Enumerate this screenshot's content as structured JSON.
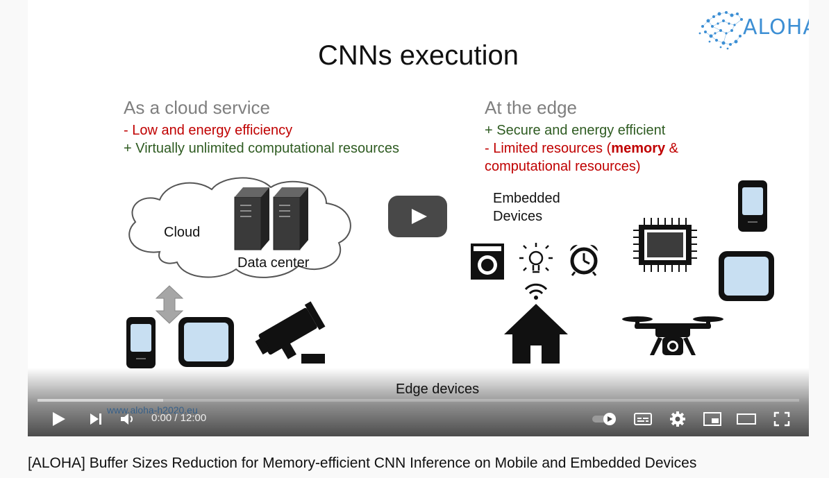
{
  "video": {
    "title": "[ALOHA] Buffer Sizes Reduction for Memory-efficient CNN Inference on Mobile and Embedded Devices"
  },
  "slide": {
    "heading": "CNNs execution",
    "logo_text": "ALOHA",
    "left": {
      "heading": "As a cloud service",
      "con": "- Low and energy efficiency",
      "pro": "+ Virtually unlimited computational resources",
      "cloud_label": "Cloud",
      "datacenter_label": "Data center"
    },
    "right": {
      "heading": "At the edge",
      "pro": "+ Secure and energy efficient",
      "con_prefix": "- Limited resources (",
      "con_bold": "memory",
      "con_suffix": " &",
      "con_line2": "computational resources)",
      "embedded_line1": "Embedded",
      "embedded_line2": "Devices"
    },
    "edge_devices_label": "Edge devices",
    "watermark": "www.aloha-h2020.eu"
  },
  "player": {
    "time_display": "0:00 / 12:00",
    "progress_loaded": 0.165,
    "progress_played": 0.0,
    "icons": [
      "play-icon",
      "next-icon",
      "volume-icon",
      "autoplay-toggle-icon",
      "subtitles-icon",
      "settings-gear-icon",
      "miniplayer-icon",
      "theater-mode-icon",
      "fullscreen-icon"
    ]
  }
}
